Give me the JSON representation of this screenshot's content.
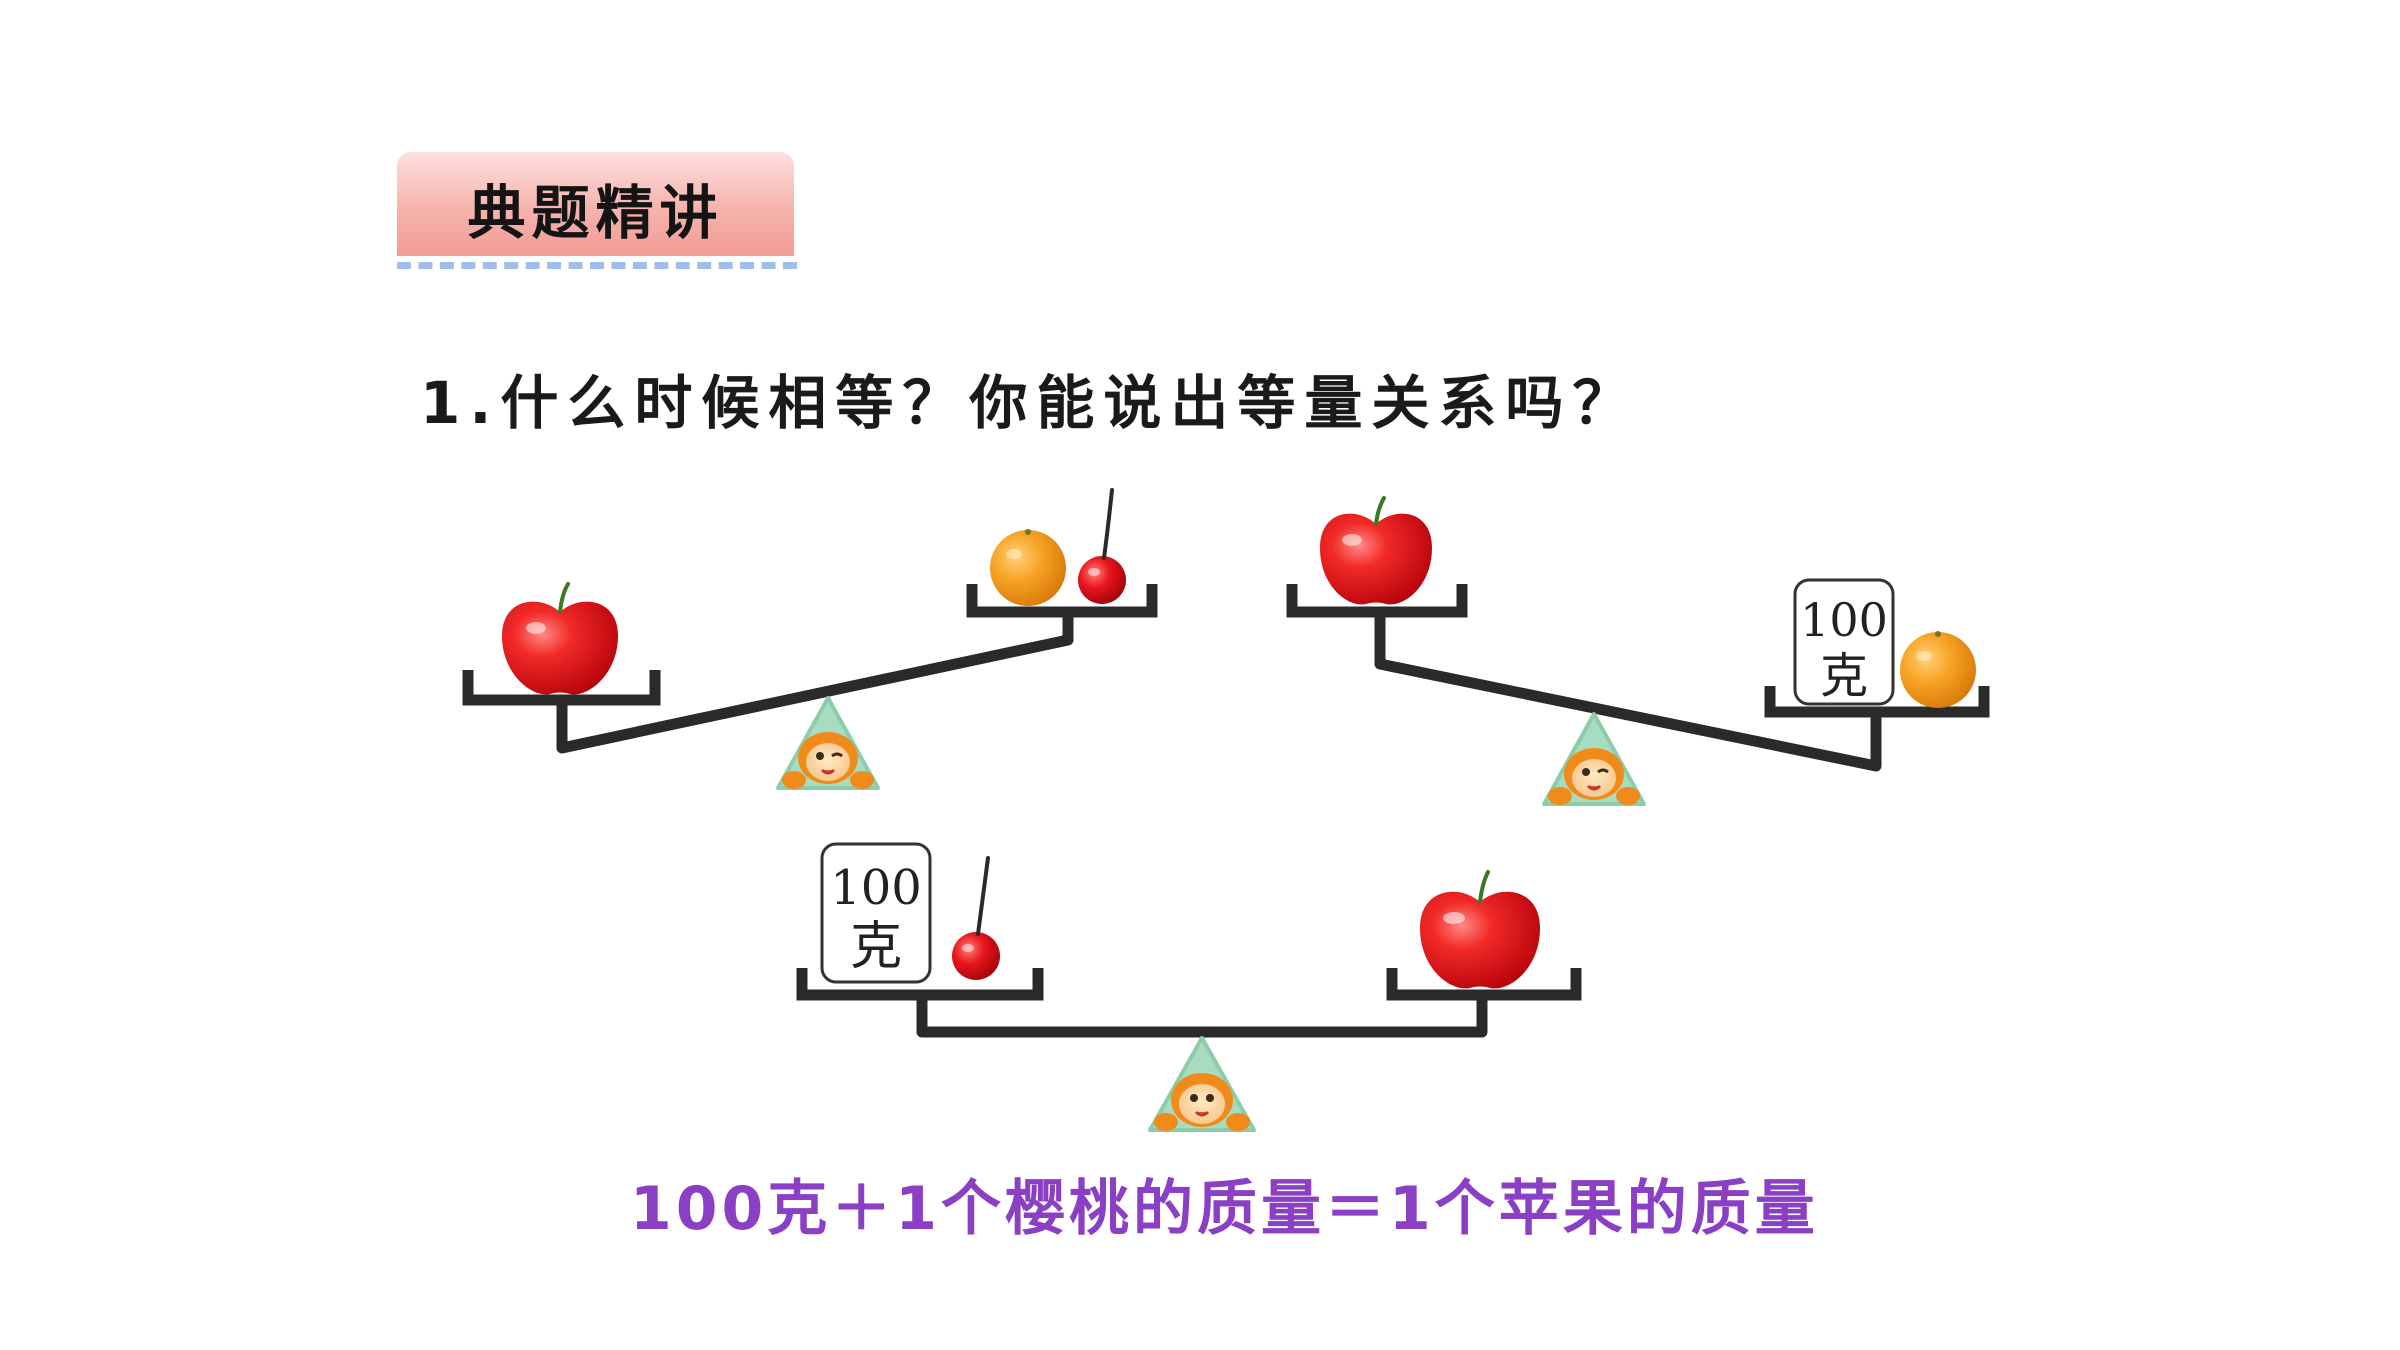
{
  "section": {
    "title": "典题精讲"
  },
  "question": {
    "text": "1.什么时候相等？你能说出等量关系吗？"
  },
  "weights": {
    "mass": "100",
    "unit": "克"
  },
  "answer": {
    "text": "100克＋1个樱桃的质量＝1个苹果的质量"
  },
  "colors": {
    "tab_top": "#fde0de",
    "tab_bottom": "#f19c95",
    "tab_dash": "#9dbfe8",
    "answer_text": "#8a3fc4",
    "apple": "#e8141c",
    "orange": "#f5a01a",
    "cherry": "#d9141c",
    "scale": "#2a2a2a",
    "fulcrum": "#a8dcc0"
  },
  "icons": {
    "apple": "apple-icon",
    "orange": "orange-icon",
    "cherry": "cherry-icon",
    "weight": "weight-block-icon",
    "monkey": "monkey-fulcrum-icon"
  }
}
